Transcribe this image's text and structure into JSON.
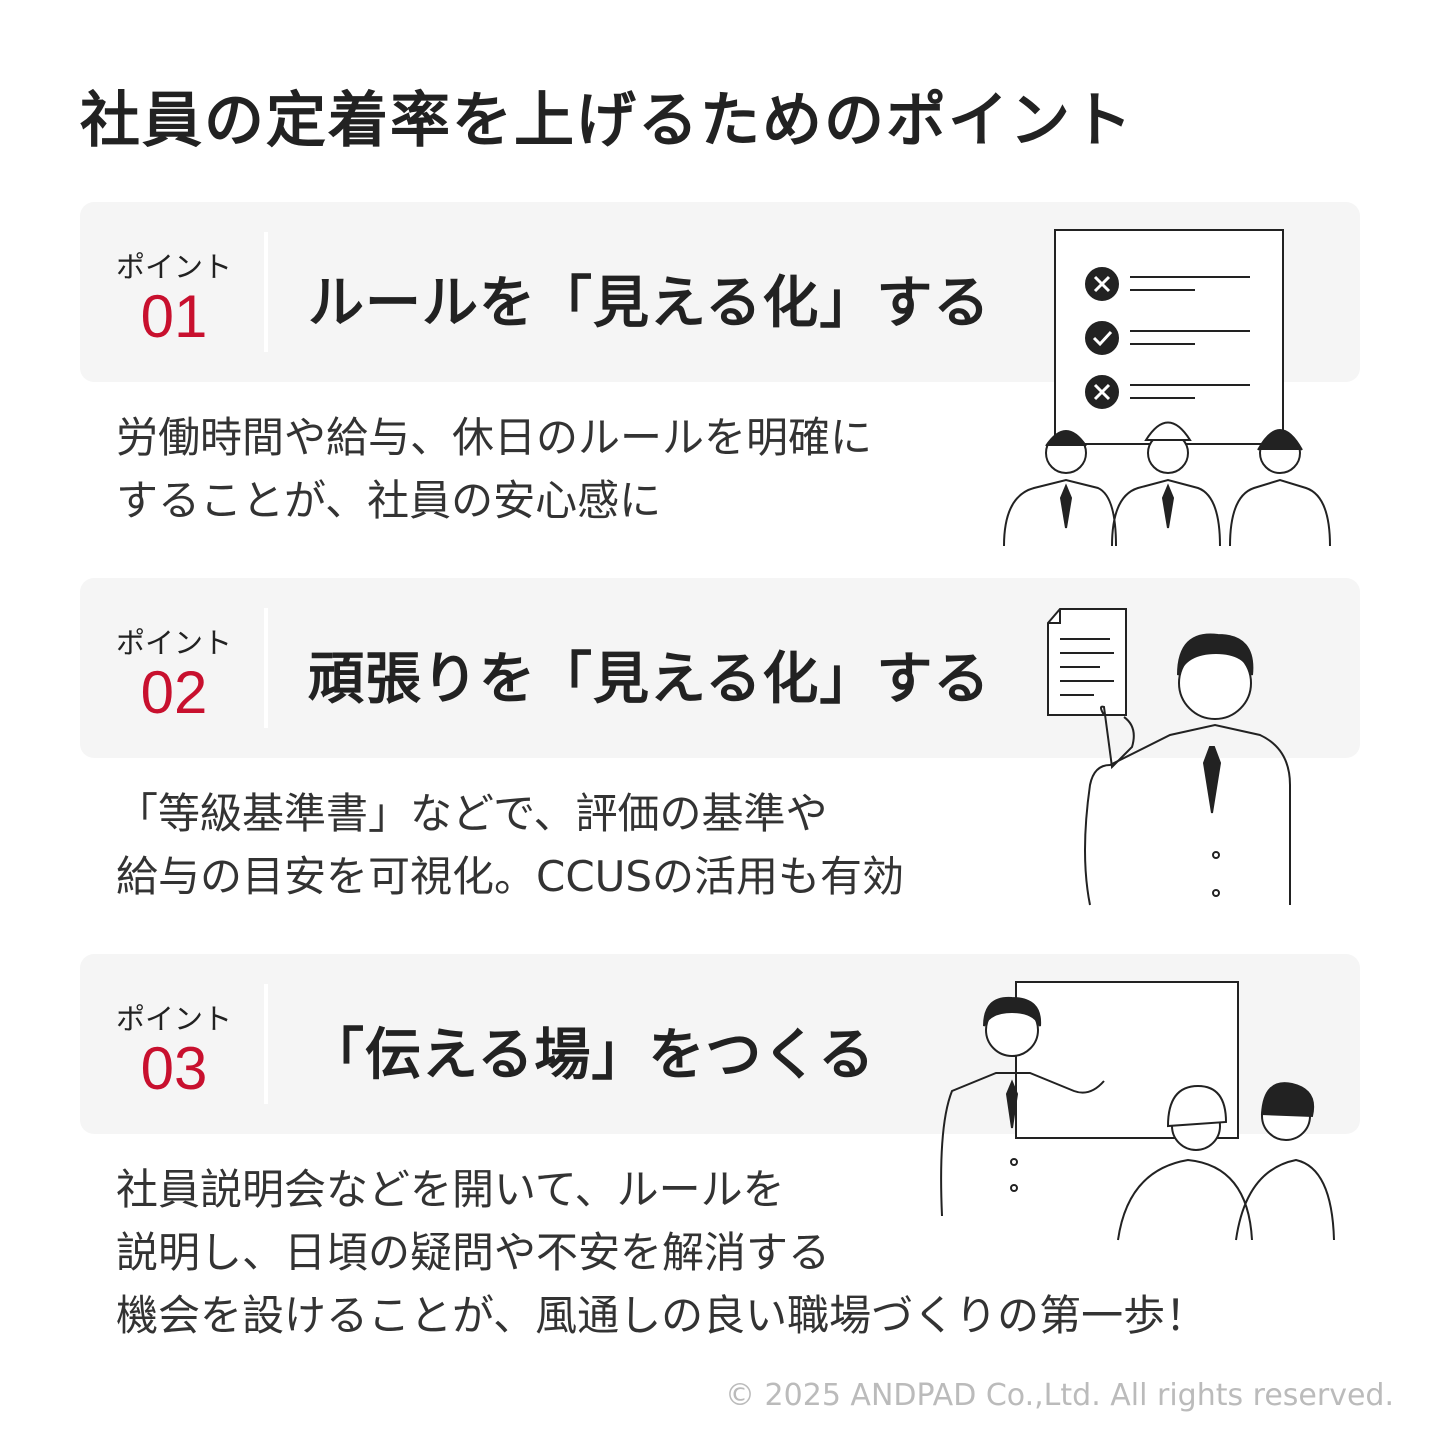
{
  "title": "社員の定着率を上げるためのポイント",
  "points": [
    {
      "label": "ポイント",
      "number": "01",
      "heading": "ルールを「見える化」する",
      "body": [
        "労働時間や給与、休日のルールを明確に",
        "することが、社員の安心感に"
      ]
    },
    {
      "label": "ポイント",
      "number": "02",
      "heading": "頑張りを「見える化」する",
      "body": [
        "「等級基準書」などで、評価の基準や",
        "給与の目安を可視化。CCUSの活用も有効"
      ]
    },
    {
      "label": "ポイント",
      "number": "03",
      "heading": "「伝える場」をつくる",
      "body": [
        "社員説明会などを開いて、ルールを",
        "説明し、日頃の疑問や不安を解消する",
        "機会を設けることが、風通しの良い職場づくりの第一歩！"
      ]
    }
  ],
  "copyright": "© 2025 ANDPAD Co.,Ltd. All rights reserved.",
  "colors": {
    "accent": "#c8102e",
    "card": "#f5f5f5",
    "text": "#222222"
  }
}
